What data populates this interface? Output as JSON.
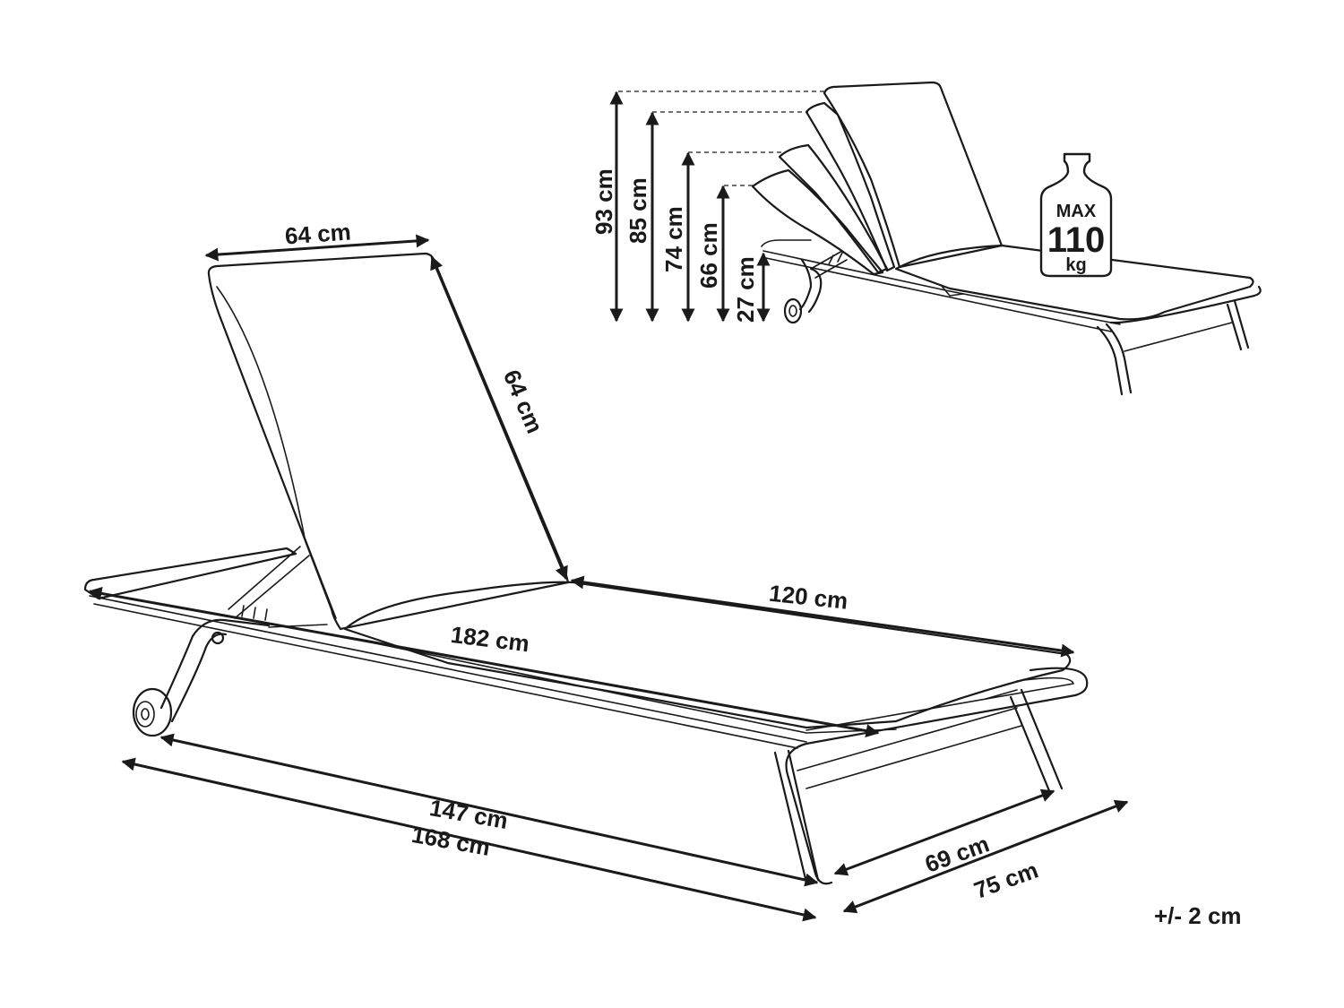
{
  "dimensions": {
    "backrest_width": "64 cm",
    "backrest_length": "64 cm",
    "seat_length": "120 cm",
    "overall_length_diag": "182 cm",
    "frame_length": "147 cm",
    "total_length": "168 cm",
    "frame_width": "69 cm",
    "total_width": "75 cm",
    "tolerance": "+/- 2 cm"
  },
  "heights": {
    "h1": "93 cm",
    "h2": "85 cm",
    "h3": "74 cm",
    "h4": "66 cm",
    "h5": "27 cm"
  },
  "weight": {
    "max_label": "MAX",
    "value": "110",
    "unit": "kg"
  }
}
